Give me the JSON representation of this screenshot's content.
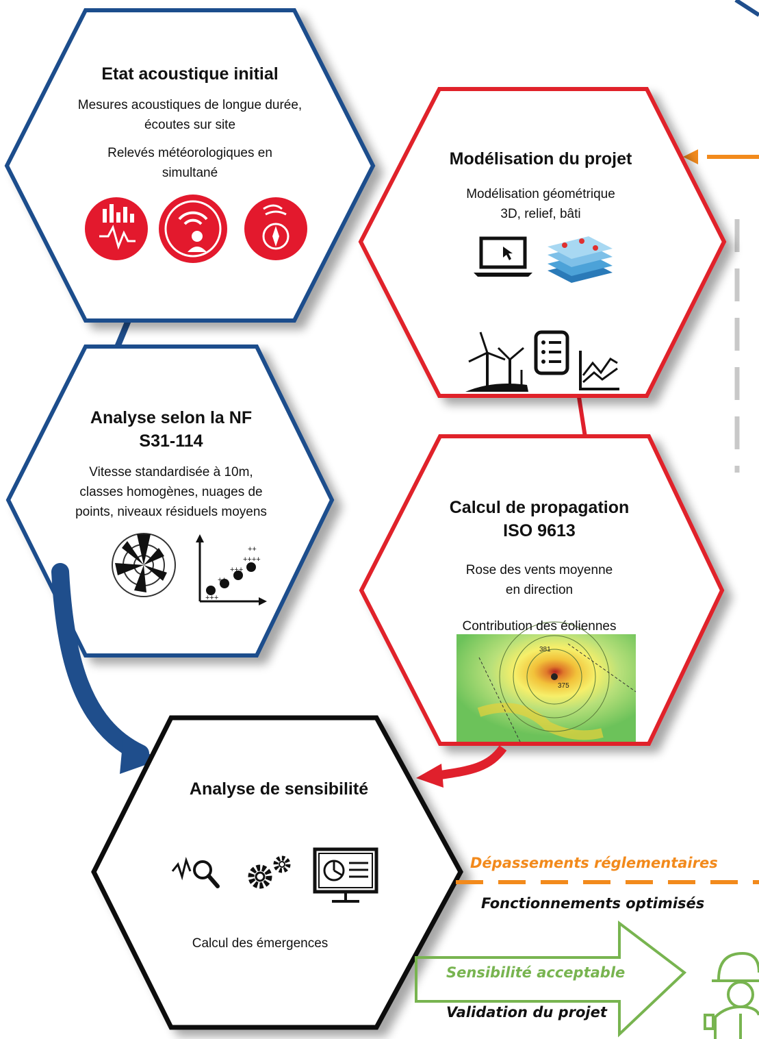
{
  "hexagons": {
    "etat": {
      "title": "Etat acoustique initial",
      "line1": "Mesures acoustiques de longue durée, écoutes sur site",
      "line2": "Relevés météorologiques en simultané",
      "icons": [
        "sound-level-meter-icon",
        "listening-on-site-icon",
        "weather-wind-compass-icon"
      ],
      "color": "#1f4e8c"
    },
    "analyse_nf": {
      "title": "Analyse selon la NF S31-114",
      "line1": "Vitesse standardisée à 10m, classes homogènes, nuages de points, niveaux résiduels moyens",
      "icons": [
        "wind-rose-icon",
        "scatter-plot-icon"
      ],
      "color": "#1f4e8c"
    },
    "modelisation": {
      "title": "Modélisation du projet",
      "line1": "Modélisation géométrique 3D, relief, bâti",
      "icons": [
        "laptop-icon",
        "terrain-layers-icon",
        "wind-turbines-icon",
        "list-document-icon",
        "line-chart-icon"
      ],
      "color": "#e0202c"
    },
    "calcul": {
      "title": "Calcul de propagation ISO 9613",
      "line1": "Rose des vents moyenne en direction",
      "line2": "Contribution des éoliennes",
      "map_labels": [
        "381",
        "375"
      ],
      "color": "#e0202c"
    },
    "sensibilite": {
      "title": "Analyse de sensibilité",
      "line1": "Calcul des émergences",
      "icons": [
        "signal-search-icon",
        "gears-icon",
        "dashboard-monitor-icon"
      ],
      "color": "#111111"
    }
  },
  "outcomes": {
    "depassements": "Dépassements réglementaires",
    "fonctionnements": "Fonctionnements optimisés",
    "sensibilite_acceptable": "Sensibilité acceptable",
    "validation": "Validation du projet"
  },
  "colors": {
    "blue": "#1f4e8c",
    "red": "#e0202c",
    "orange": "#f28a1c",
    "green": "#78b450",
    "gray_dash": "#c8c8c8",
    "icon_red": "#e3192d"
  }
}
